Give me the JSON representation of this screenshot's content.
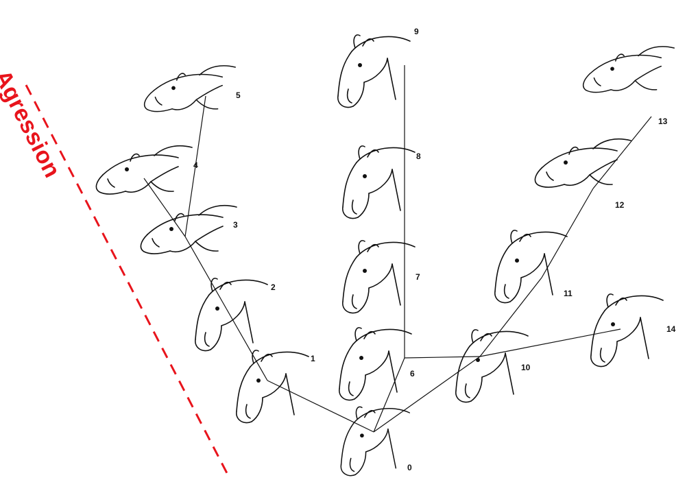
{
  "label": {
    "text": "Agression",
    "color": "#e8141c"
  },
  "expressions": [
    {
      "id": "0",
      "label": "0"
    },
    {
      "id": "1",
      "label": "1"
    },
    {
      "id": "2",
      "label": "2"
    },
    {
      "id": "3",
      "label": "3"
    },
    {
      "id": "4",
      "label": "4"
    },
    {
      "id": "5",
      "label": "5"
    },
    {
      "id": "6",
      "label": "6"
    },
    {
      "id": "7",
      "label": "7"
    },
    {
      "id": "8",
      "label": "8"
    },
    {
      "id": "9",
      "label": "9"
    },
    {
      "id": "10",
      "label": "10"
    },
    {
      "id": "11",
      "label": "11"
    },
    {
      "id": "12",
      "label": "12"
    },
    {
      "id": "13",
      "label": "13"
    },
    {
      "id": "14",
      "label": "14"
    }
  ],
  "connections": [
    [
      "0",
      "1"
    ],
    [
      "1",
      "2"
    ],
    [
      "2",
      "3"
    ],
    [
      "3",
      "4"
    ],
    [
      "3",
      "5"
    ],
    [
      "0",
      "6"
    ],
    [
      "6",
      "7"
    ],
    [
      "7",
      "8"
    ],
    [
      "8",
      "9"
    ],
    [
      "0",
      "10"
    ],
    [
      "6",
      "10"
    ],
    [
      "10",
      "11"
    ],
    [
      "11",
      "12"
    ],
    [
      "12",
      "13"
    ],
    [
      "10",
      "14"
    ]
  ]
}
